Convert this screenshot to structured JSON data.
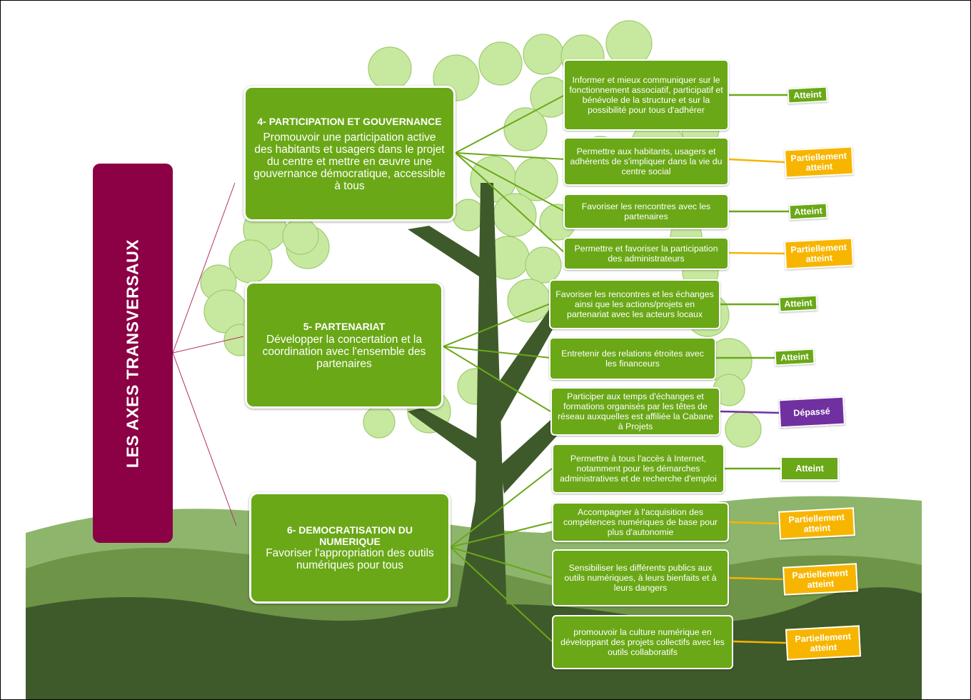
{
  "vertical_title": "LES AXES TRANSVERSAUX",
  "colors": {
    "green": "#6aa817",
    "orange": "#f7b500",
    "purple": "#7030a0",
    "title_bar": "#8c0045"
  },
  "axes": [
    {
      "title": "4- PARTICIPATION ET GOUVERNANCE",
      "description": "Promouvoir une participation active des habitants et usagers dans le projet du centre et mettre en œuvre une gouvernance démocratique, accessible à tous"
    },
    {
      "title": "5- PARTENARIAT",
      "description": "Développer la concertation et la coordination avec l'ensemble des partenaires"
    },
    {
      "title": "6- DEMOCRATISATION DU NUMERIQUE",
      "description": "Favoriser l'appropriation des outils numériques pour tous"
    }
  ],
  "objectives": [
    {
      "text": "Informer et mieux communiquer sur le fonctionnement associatif, participatif et bénévole de la structure et sur la possibilité pour tous d'adhérer",
      "status": "Atteint",
      "color": "green"
    },
    {
      "text": "Permettre aux habitants, usagers et adhérents de s'impliquer dans la vie du centre social",
      "status": "Partiellement atteint",
      "color": "orange"
    },
    {
      "text": "Favoriser les rencontres avec les partenaires",
      "status": "Atteint",
      "color": "green"
    },
    {
      "text": "Permettre et favoriser la participation des administrateurs",
      "status": "Partiellement atteint",
      "color": "orange"
    },
    {
      "text": "Favoriser les rencontres et les échanges ainsi que les actions/projets en partenariat avec les acteurs locaux",
      "status": "Atteint",
      "color": "green"
    },
    {
      "text": "Entretenir des relations étroites avec les financeurs",
      "status": "Atteint",
      "color": "green"
    },
    {
      "text": "Participer aux temps d'échanges et formations organisés par les têtes de réseau auxquelles est affiliée la Cabane à Projets",
      "status": "Dépassé",
      "color": "purple"
    },
    {
      "text": "Permettre à tous l'accès à Internet, notamment pour les démarches administratives et de recherche d'emploi",
      "status": "Atteint",
      "color": "green"
    },
    {
      "text": "Accompagner à l'acquisition des compétences numériques de base pour plus d'autonomie",
      "status": "Partiellement atteint",
      "color": "orange"
    },
    {
      "text": "Sensibiliser les différents publics aux outils numériques, à leurs bienfaits et à leurs dangers",
      "status": "Partiellement atteint",
      "color": "orange"
    },
    {
      "text": "promouvoir la culture numérique en développant des projets collectifs avec les outils collaboratifs",
      "status": "Partiellement atteint",
      "color": "orange"
    }
  ]
}
